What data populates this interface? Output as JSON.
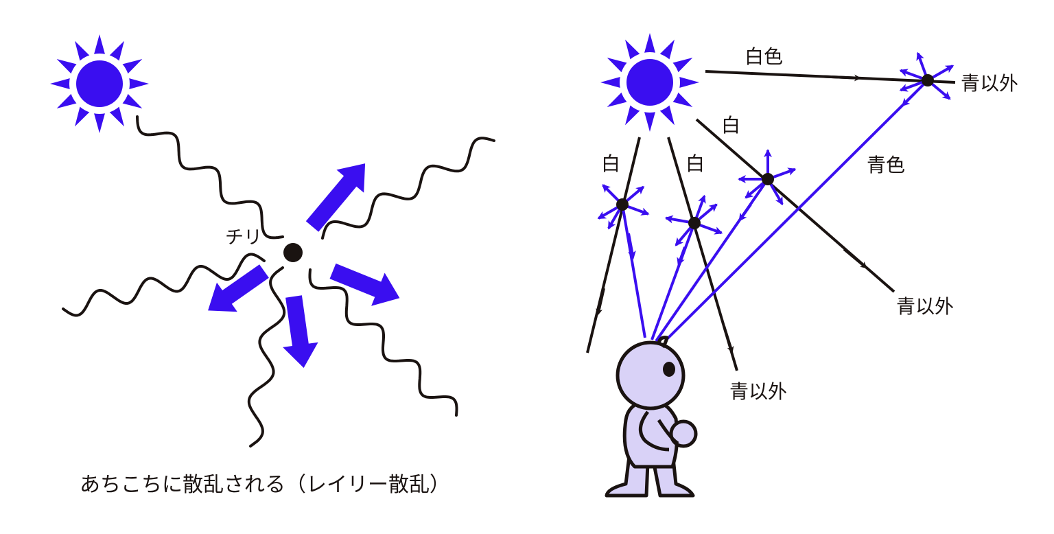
{
  "colors": {
    "blue": "#3a0ef0",
    "dark": "#1a1311",
    "person_fill": "#d9d2f7"
  },
  "left_panel": {
    "particle_label": "チリ",
    "caption": "あちこちに散乱される（レイリー散乱）"
  },
  "right_panel": {
    "white_light_label": "白色",
    "white_labels": [
      "白",
      "白",
      "白"
    ],
    "blue_label": "青色",
    "non_blue_labels": [
      "青以外",
      "青以外",
      "青以外"
    ]
  }
}
